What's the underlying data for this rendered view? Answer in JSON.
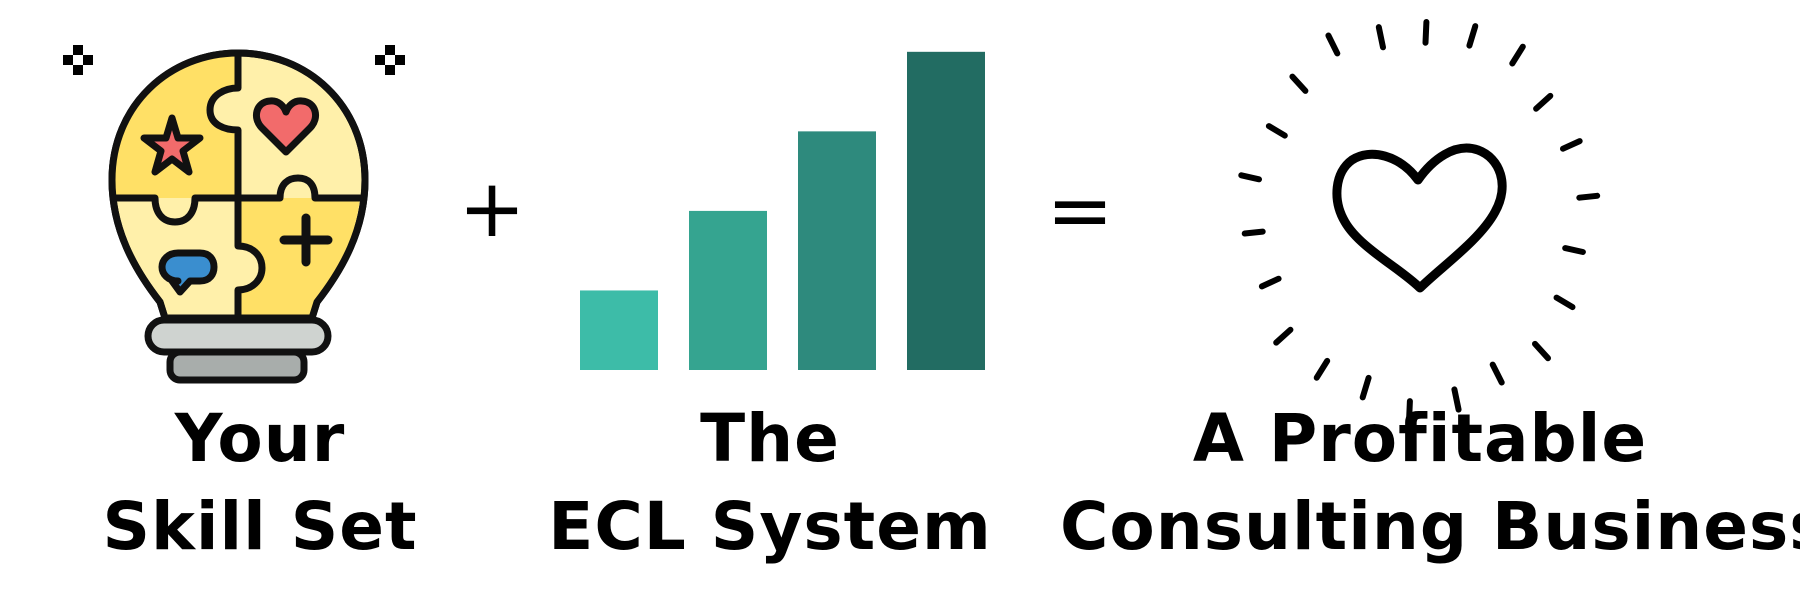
{
  "captions": {
    "skill_set": {
      "line1": "Your",
      "line2": "Skill Set"
    },
    "ecl_system": {
      "line1": "The",
      "line2": "ECL System"
    },
    "business": {
      "line1": "A Profitable",
      "line2": "Consulting Business"
    }
  },
  "operators": {
    "plus": "+",
    "equals": "="
  },
  "chart_data": {
    "type": "bar",
    "categories": [
      "",
      "",
      "",
      ""
    ],
    "values": [
      1,
      2,
      3,
      4
    ],
    "ylim": [
      0,
      4.4
    ],
    "grid": false,
    "legend": "none",
    "colors": [
      "#3dbca8",
      "#35a490",
      "#2e8a7d",
      "#226c62"
    ]
  },
  "icons": {
    "lightbulb": "lightbulb-puzzle-icon",
    "star": "star-icon",
    "heart": "heart-icon",
    "plus": "plus-icon",
    "chat": "chat-bubble-icon",
    "sparkle": "sparkle-icon",
    "heart_burst": "heart-burst-icon"
  },
  "colors": {
    "bulb_light": "#fff0aa",
    "bulb_yellow": "#ffe066",
    "heart_red": "#f26b6b",
    "chat_blue": "#3a8ecf",
    "base_grey": "#cfd3d0",
    "base_dark_grey": "#a8adab",
    "outline": "#111111"
  }
}
